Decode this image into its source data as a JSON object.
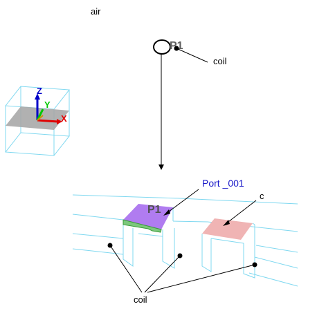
{
  "viewport": {
    "air_label": "air",
    "port_marker_top": "P1",
    "port_marker_bottom": "P1",
    "coil_label_top": "coil",
    "coil_label_bottom": "coil",
    "port_name_label": "Port _001",
    "c_label": "c"
  },
  "axes": {
    "z_label": "Z",
    "y_label": "Y",
    "x_label": "X"
  },
  "colors": {
    "wire_cyan": "#7fd8f0",
    "port_purple": "#b07cf0",
    "port_green": "#7cc87c",
    "pad_pink": "#f0b4b4",
    "axis_z": "#0000c8",
    "axis_y": "#00c800",
    "axis_x": "#e00000",
    "label_blue": "#1818c8"
  }
}
